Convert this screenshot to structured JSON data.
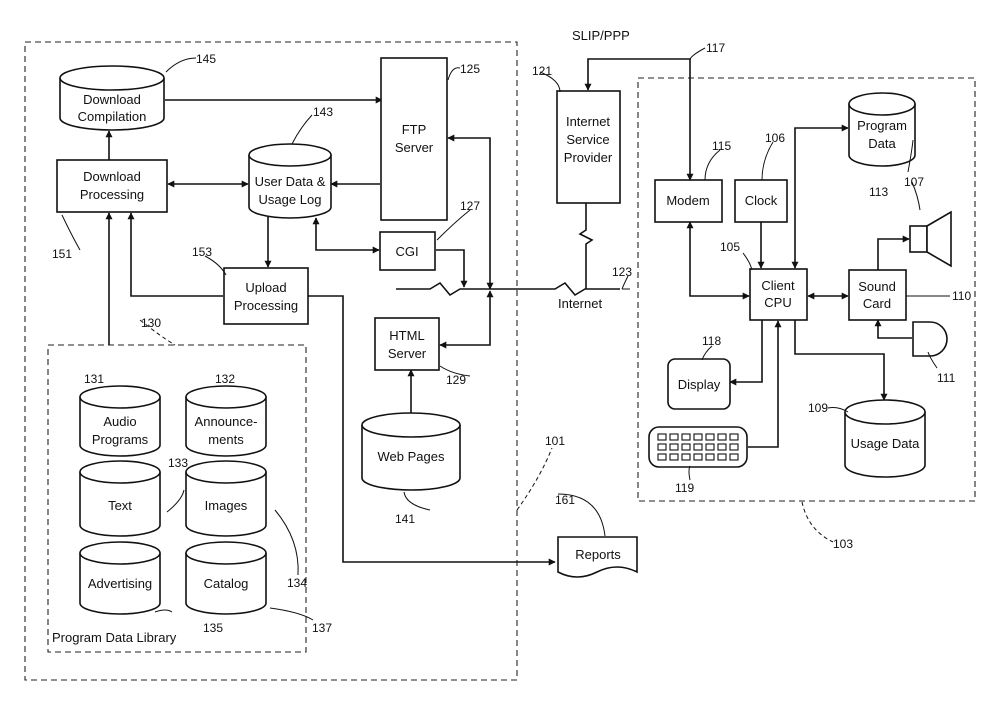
{
  "labels": {
    "download_compilation": [
      "Download",
      "Compilation"
    ],
    "download_processing": [
      "Download",
      "Processing"
    ],
    "user_data_usage_log": [
      "User Data &",
      "Usage Log"
    ],
    "ftp_server": [
      "FTP",
      "Server"
    ],
    "cgi": "CGI",
    "upload_processing": [
      "Upload",
      "Processing"
    ],
    "html_server": [
      "HTML",
      "Server"
    ],
    "web_pages": "Web Pages",
    "internet_service_provider": [
      "Internet",
      "Service",
      "Provider"
    ],
    "slip_ppp": "SLIP/PPP",
    "internet": "Internet",
    "modem": "Modem",
    "clock": "Clock",
    "program_data": [
      "Program",
      "Data"
    ],
    "client_cpu": [
      "Client",
      "CPU"
    ],
    "sound_card": [
      "Sound",
      "Card"
    ],
    "display": "Display",
    "usage_data": "Usage Data",
    "reports": "Reports",
    "audio_programs": [
      "Audio",
      "Programs"
    ],
    "announcements": [
      "Announce-",
      "ments"
    ],
    "text": "Text",
    "images": "Images",
    "advertising": "Advertising",
    "catalog": "Catalog",
    "program_data_library": "Program Data Library"
  },
  "refs": {
    "r101": "101",
    "r103": "103",
    "r105": "105",
    "r106": "106",
    "r107": "107",
    "r109": "109",
    "r110": "110",
    "r111": "111",
    "r113": "113",
    "r115": "115",
    "r117": "117",
    "r118": "118",
    "r119": "119",
    "r121": "121",
    "r123": "123",
    "r125": "125",
    "r127": "127",
    "r129": "129",
    "r130": "130",
    "r131": "131",
    "r132": "132",
    "r133": "133",
    "r134": "134",
    "r135": "135",
    "r137": "137",
    "r141": "141",
    "r143": "143",
    "r145": "145",
    "r151": "151",
    "r153": "153",
    "r161": "161"
  }
}
